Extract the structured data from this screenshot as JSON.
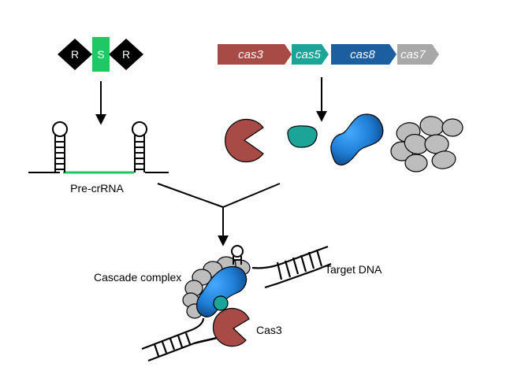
{
  "crispr_array": {
    "repeat_label": "R",
    "spacer_label": "S",
    "repeat_color": "#000000",
    "spacer_color": "#1ec864"
  },
  "operon": {
    "genes": [
      {
        "label": "cas3",
        "color": "#a84a45"
      },
      {
        "label": "cas5",
        "color": "#1aa598"
      },
      {
        "label": "cas8",
        "color": "#1b5fa0"
      },
      {
        "label": "cas7",
        "color": "#a8a8a8"
      }
    ]
  },
  "labels": {
    "pre_crrna": "Pre-crRNA",
    "cascade_complex": "Cascade complex",
    "target_dna": "Target DNA",
    "cas3": "Cas3"
  },
  "colors": {
    "cas3_protein": "#a84a45",
    "cas5_protein": "#1aa598",
    "cas8_protein": "#1f7fd6",
    "cas7_protein": "#bdbdbd",
    "spacer_rna": "#1ec864"
  }
}
